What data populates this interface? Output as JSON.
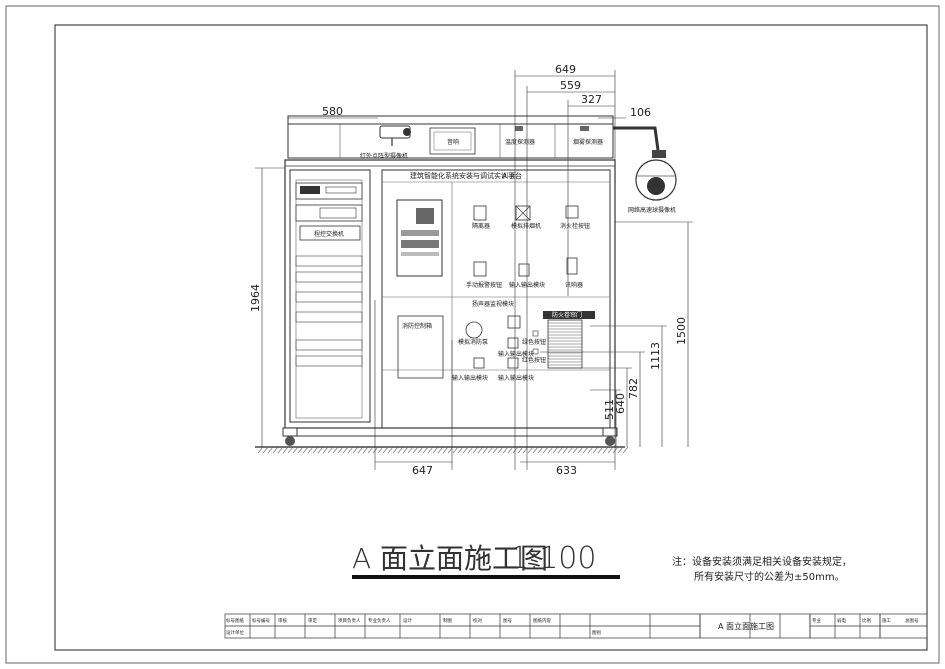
{
  "title": {
    "text": "A 面立面施工图",
    "scale": "1:100"
  },
  "platform_title": "建筑智能化系统安装与调试实训平台",
  "platform_face": "A 面",
  "notes": {
    "line1": "注：设备安装须满足相关设备安装规定，",
    "line2": "所有安装尺寸的公差为±50mm。"
  },
  "labels": {
    "camera_ir": "红外点阵型摄像机",
    "speaker": "音响",
    "temp_detector": "温度探测器",
    "smoke_detector": "烟雾探测器",
    "ptz_camera": "网络高速球摄像机",
    "switch": "程控交换机",
    "isolator": "隔离器",
    "exhaust_fan": "模拟排烟机",
    "hydrant_button": "消火栓按钮",
    "manual_alarm": "手动报警按钮",
    "io_module_1": "输入输出模块",
    "buzzer": "讯响器",
    "sound_light": "扬声器监视模块",
    "fire_control_box": "消防控制箱",
    "fire_pump": "模拟消防泵",
    "io_module_2": "输入输出模块",
    "green_button": "绿色按钮",
    "red_button": "红色按钮",
    "io_module_3": "输入输出模块",
    "io_module_4": "输入输出模块",
    "fire_door": "防火卷帘门"
  },
  "dimensions": {
    "horizontal": [
      "649",
      "559",
      "327",
      "106",
      "580",
      "647",
      "633"
    ],
    "vertical": [
      "1964",
      "1500",
      "1113",
      "782",
      "640",
      "511"
    ]
  },
  "title_block": {
    "cells_top": [
      "标号图纸",
      "标号编号",
      "审核",
      "审定",
      "项目负责人",
      "专业负责人",
      "设计",
      "制图",
      "校对",
      "图号",
      "图纸内容"
    ],
    "cells_bottom": [
      "设计单位",
      "",
      "",
      "",
      "",
      "",
      "",
      "",
      "",
      "图别"
    ],
    "drawing_name": "A 面立面施工图",
    "right_cells": [
      "专业",
      "弱电",
      "比例",
      "施工",
      "总图号"
    ]
  }
}
